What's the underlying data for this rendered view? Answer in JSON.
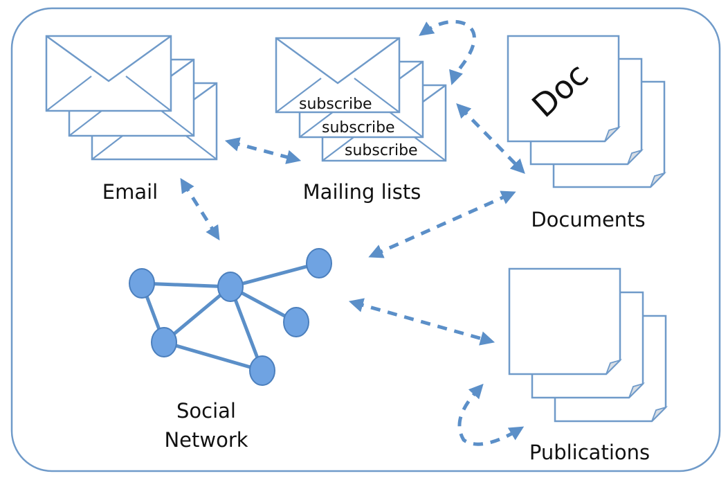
{
  "labels": {
    "email": "Email",
    "mailing_lists": "Mailing lists",
    "documents": "Documents",
    "social_network_line1": "Social",
    "social_network_line2": "Network",
    "publications": "Publications"
  },
  "mailing_list_subjects": [
    "subscribe",
    "subscribe",
    "subscribe"
  ],
  "document_title": "Doc",
  "colors": {
    "outline": "#6f9ac9",
    "arrow": "#5b8fc8",
    "node": "#6fa3e2"
  }
}
